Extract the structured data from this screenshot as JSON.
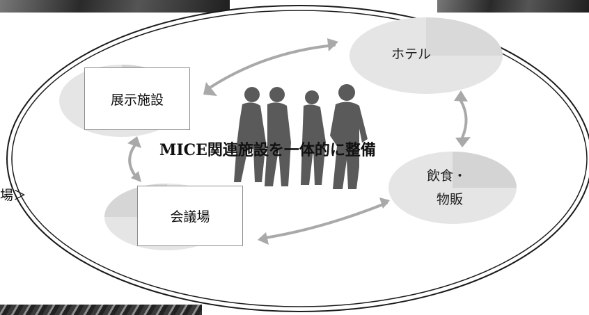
{
  "diagram": {
    "title": "MICE関連施設を一体的に整備",
    "nodes": {
      "exhibition": "展示施設",
      "conference": "会議場",
      "hotel": "ホテル",
      "dining_line1": "飲食・",
      "dining_line2": "物販"
    },
    "side_text": "場＞"
  },
  "colors": {
    "ellipse_fill": "#e5e5e5",
    "ellipse_shade": "#d2d2d2",
    "arrow": "#a9a9a9",
    "people": "#5a5a5a",
    "outline": "#1a1a1a"
  }
}
